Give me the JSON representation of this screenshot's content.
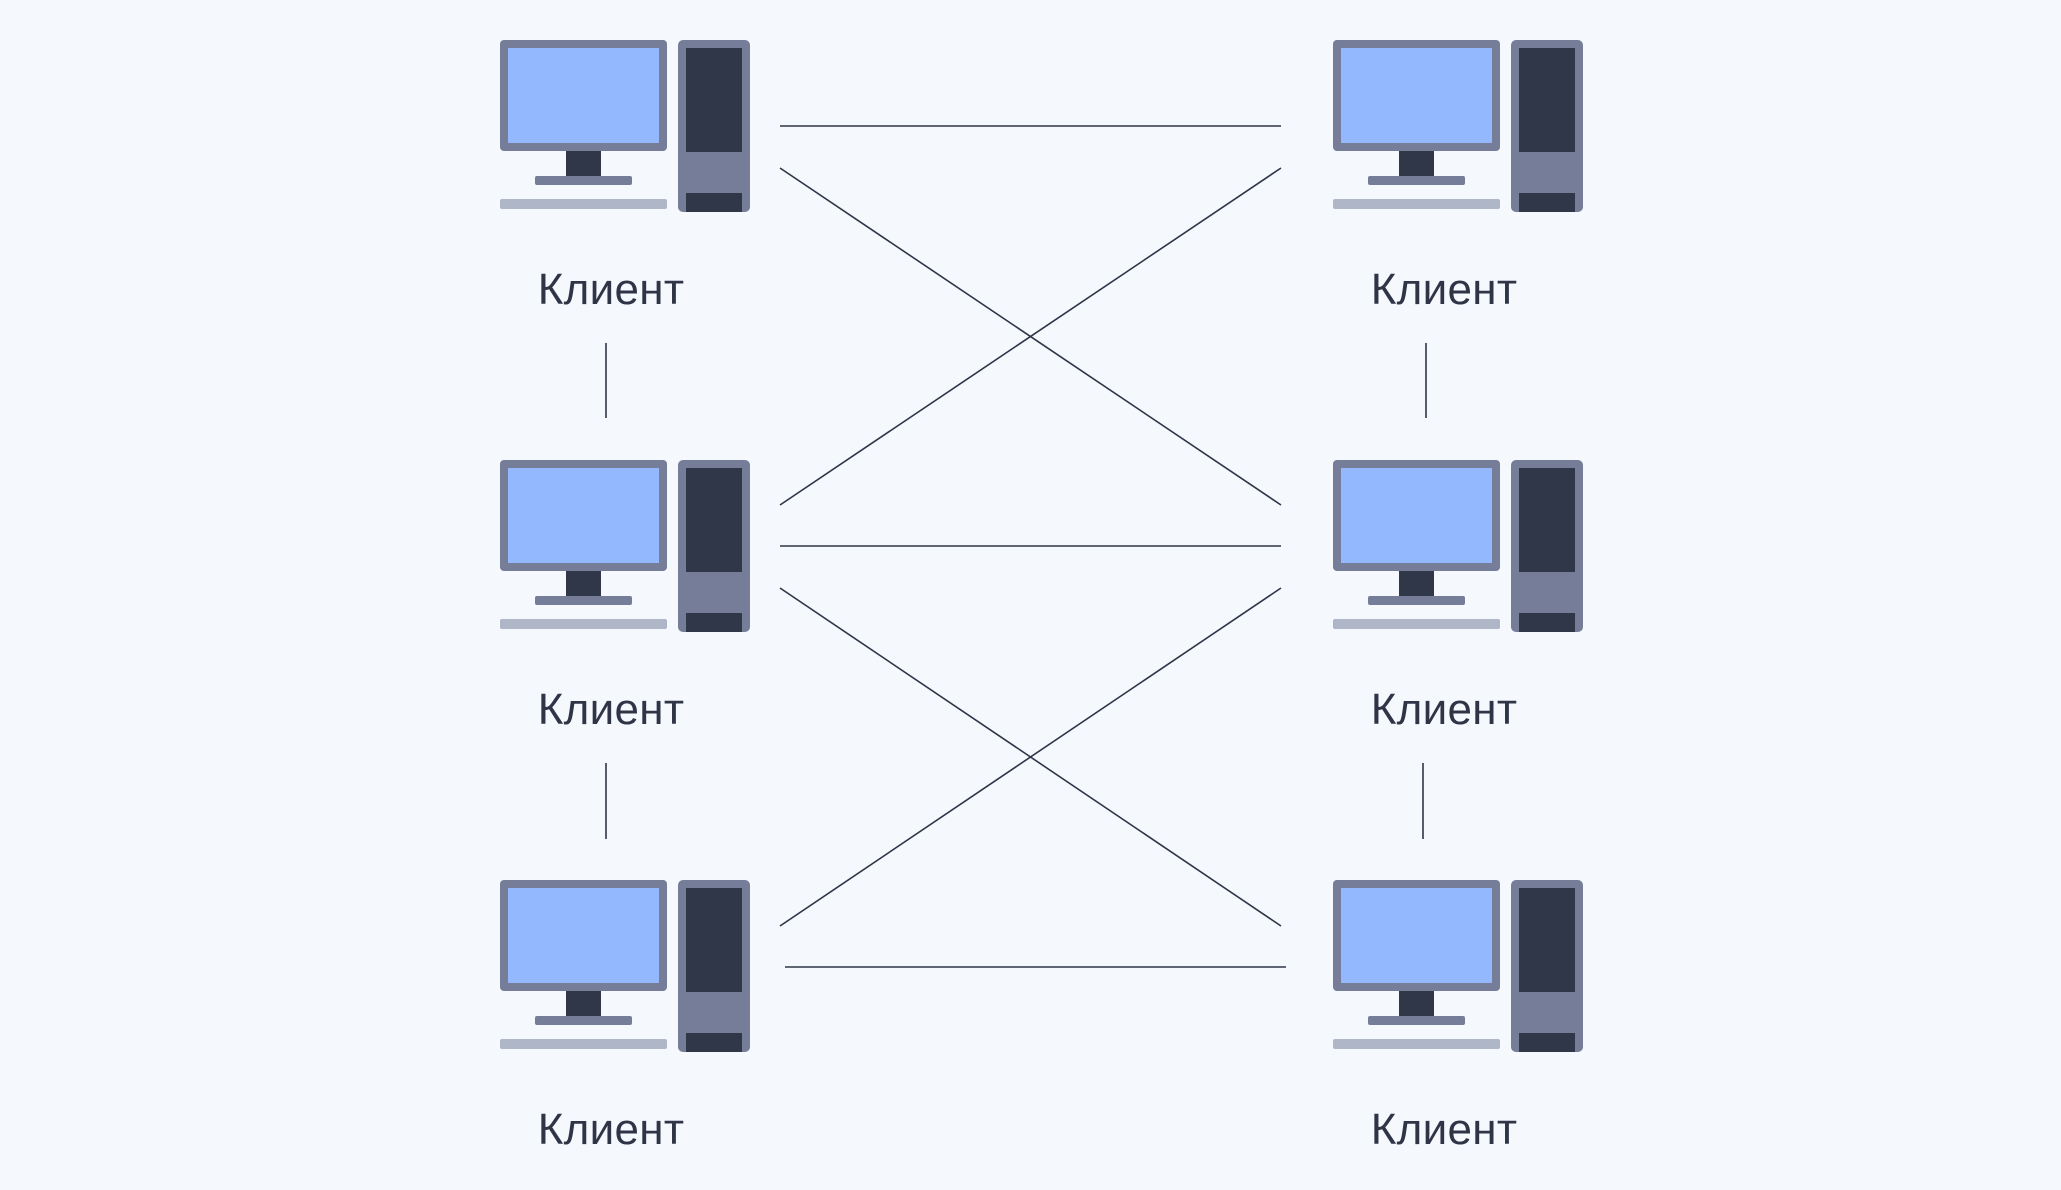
{
  "diagram": {
    "nodes": [
      {
        "id": "left-top",
        "label": "Клиент"
      },
      {
        "id": "left-middle",
        "label": "Клиент"
      },
      {
        "id": "left-bottom",
        "label": "Клиент"
      },
      {
        "id": "right-top",
        "label": "Клиент"
      },
      {
        "id": "right-middle",
        "label": "Клиент"
      },
      {
        "id": "right-bottom",
        "label": "Клиент"
      }
    ],
    "connections": [
      [
        "left-top",
        "right-top"
      ],
      [
        "left-top",
        "right-middle"
      ],
      [
        "left-middle",
        "right-top"
      ],
      [
        "left-middle",
        "right-middle"
      ],
      [
        "left-middle",
        "right-bottom"
      ],
      [
        "left-bottom",
        "right-middle"
      ],
      [
        "left-bottom",
        "right-bottom"
      ],
      [
        "left-top",
        "left-middle"
      ],
      [
        "left-middle",
        "left-bottom"
      ],
      [
        "right-top",
        "right-middle"
      ],
      [
        "right-middle",
        "right-bottom"
      ]
    ]
  },
  "colors": {
    "background": "#f5f9fd",
    "screen": "#94b8fd",
    "monitor_frame": "#767d98",
    "tower_body": "#767d98",
    "tower_panel": "#303749",
    "keyboard": "#afb6c8",
    "line": "#2f3547",
    "label": "#2f3547"
  },
  "icons": {
    "computer": "desktop-computer-icon"
  }
}
